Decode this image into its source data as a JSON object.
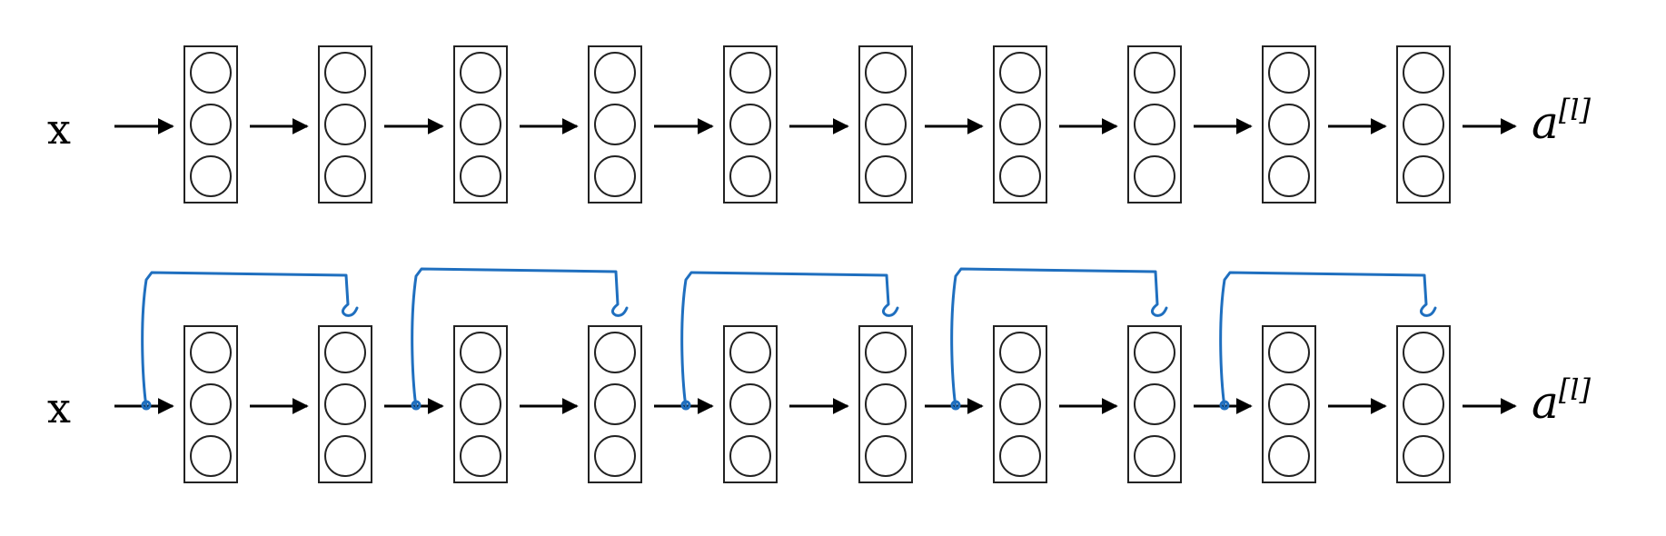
{
  "colors": {
    "ink": "#000000",
    "skip": "#1f6fbf"
  },
  "plain_network": {
    "input_label": "x",
    "output_label": "a",
    "output_superscript": "[l]",
    "layers": 10,
    "neurons_per_layer": 3
  },
  "residual_network": {
    "input_label": "x",
    "output_label": "a",
    "output_superscript": "[l]",
    "layers": 10,
    "neurons_per_layer": 3,
    "skip_connections": 5
  }
}
